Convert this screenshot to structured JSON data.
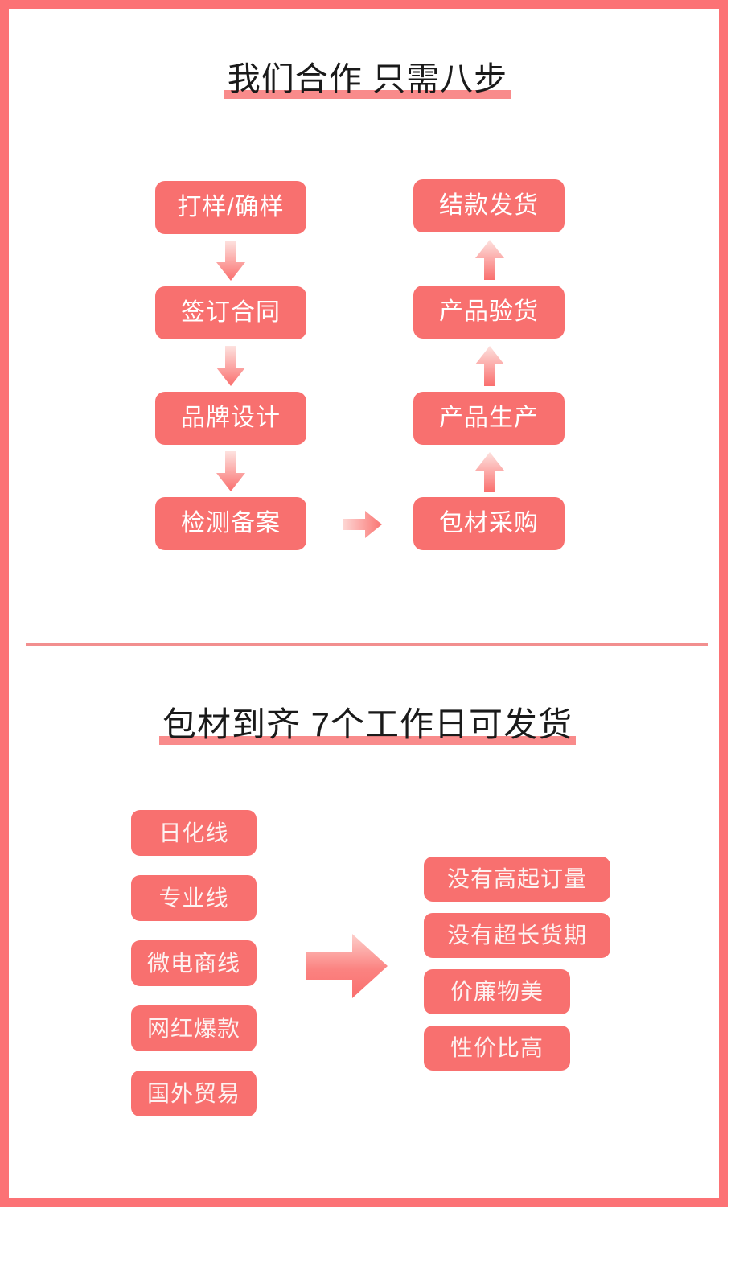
{
  "theme": {
    "frame_color": "#fc7275",
    "box_color": "#f8706f",
    "box_text_color": "#ffffff",
    "title_text_color": "#1a1a1a",
    "highlight_color": "#f98b8b",
    "divider_color": "#f28f8f",
    "arrow_gradient_light": "#fde0dd",
    "arrow_gradient_dark": "#fa7a78",
    "background": "#ffffff"
  },
  "section_1": {
    "title": "我们合作 只需八步",
    "steps_left": [
      {
        "order": 1,
        "label": "打样/确样"
      },
      {
        "order": 2,
        "label": "签订合同"
      },
      {
        "order": 3,
        "label": "品牌设计"
      },
      {
        "order": 4,
        "label": "检测备案"
      }
    ],
    "steps_right": [
      {
        "order": 8,
        "label": "结款发货"
      },
      {
        "order": 7,
        "label": "产品验货"
      },
      {
        "order": 6,
        "label": "产品生产"
      },
      {
        "order": 5,
        "label": "包材采购"
      }
    ],
    "arrows": {
      "left_down": "arrow-down-icon",
      "right_up": "arrow-up-icon",
      "bridge_right": "arrow-right-icon"
    }
  },
  "section_2": {
    "title": "包材到齐  7个工作日可发货",
    "product_lines": [
      {
        "label": "日化线"
      },
      {
        "label": "专业线"
      },
      {
        "label": "微电商线"
      },
      {
        "label": "网红爆款"
      },
      {
        "label": "国外贸易"
      }
    ],
    "benefits": [
      {
        "label": "没有高起订量"
      },
      {
        "label": "没有超长货期"
      },
      {
        "label": "价廉物美"
      },
      {
        "label": "性价比高"
      }
    ],
    "arrow": "arrow-right-icon"
  }
}
